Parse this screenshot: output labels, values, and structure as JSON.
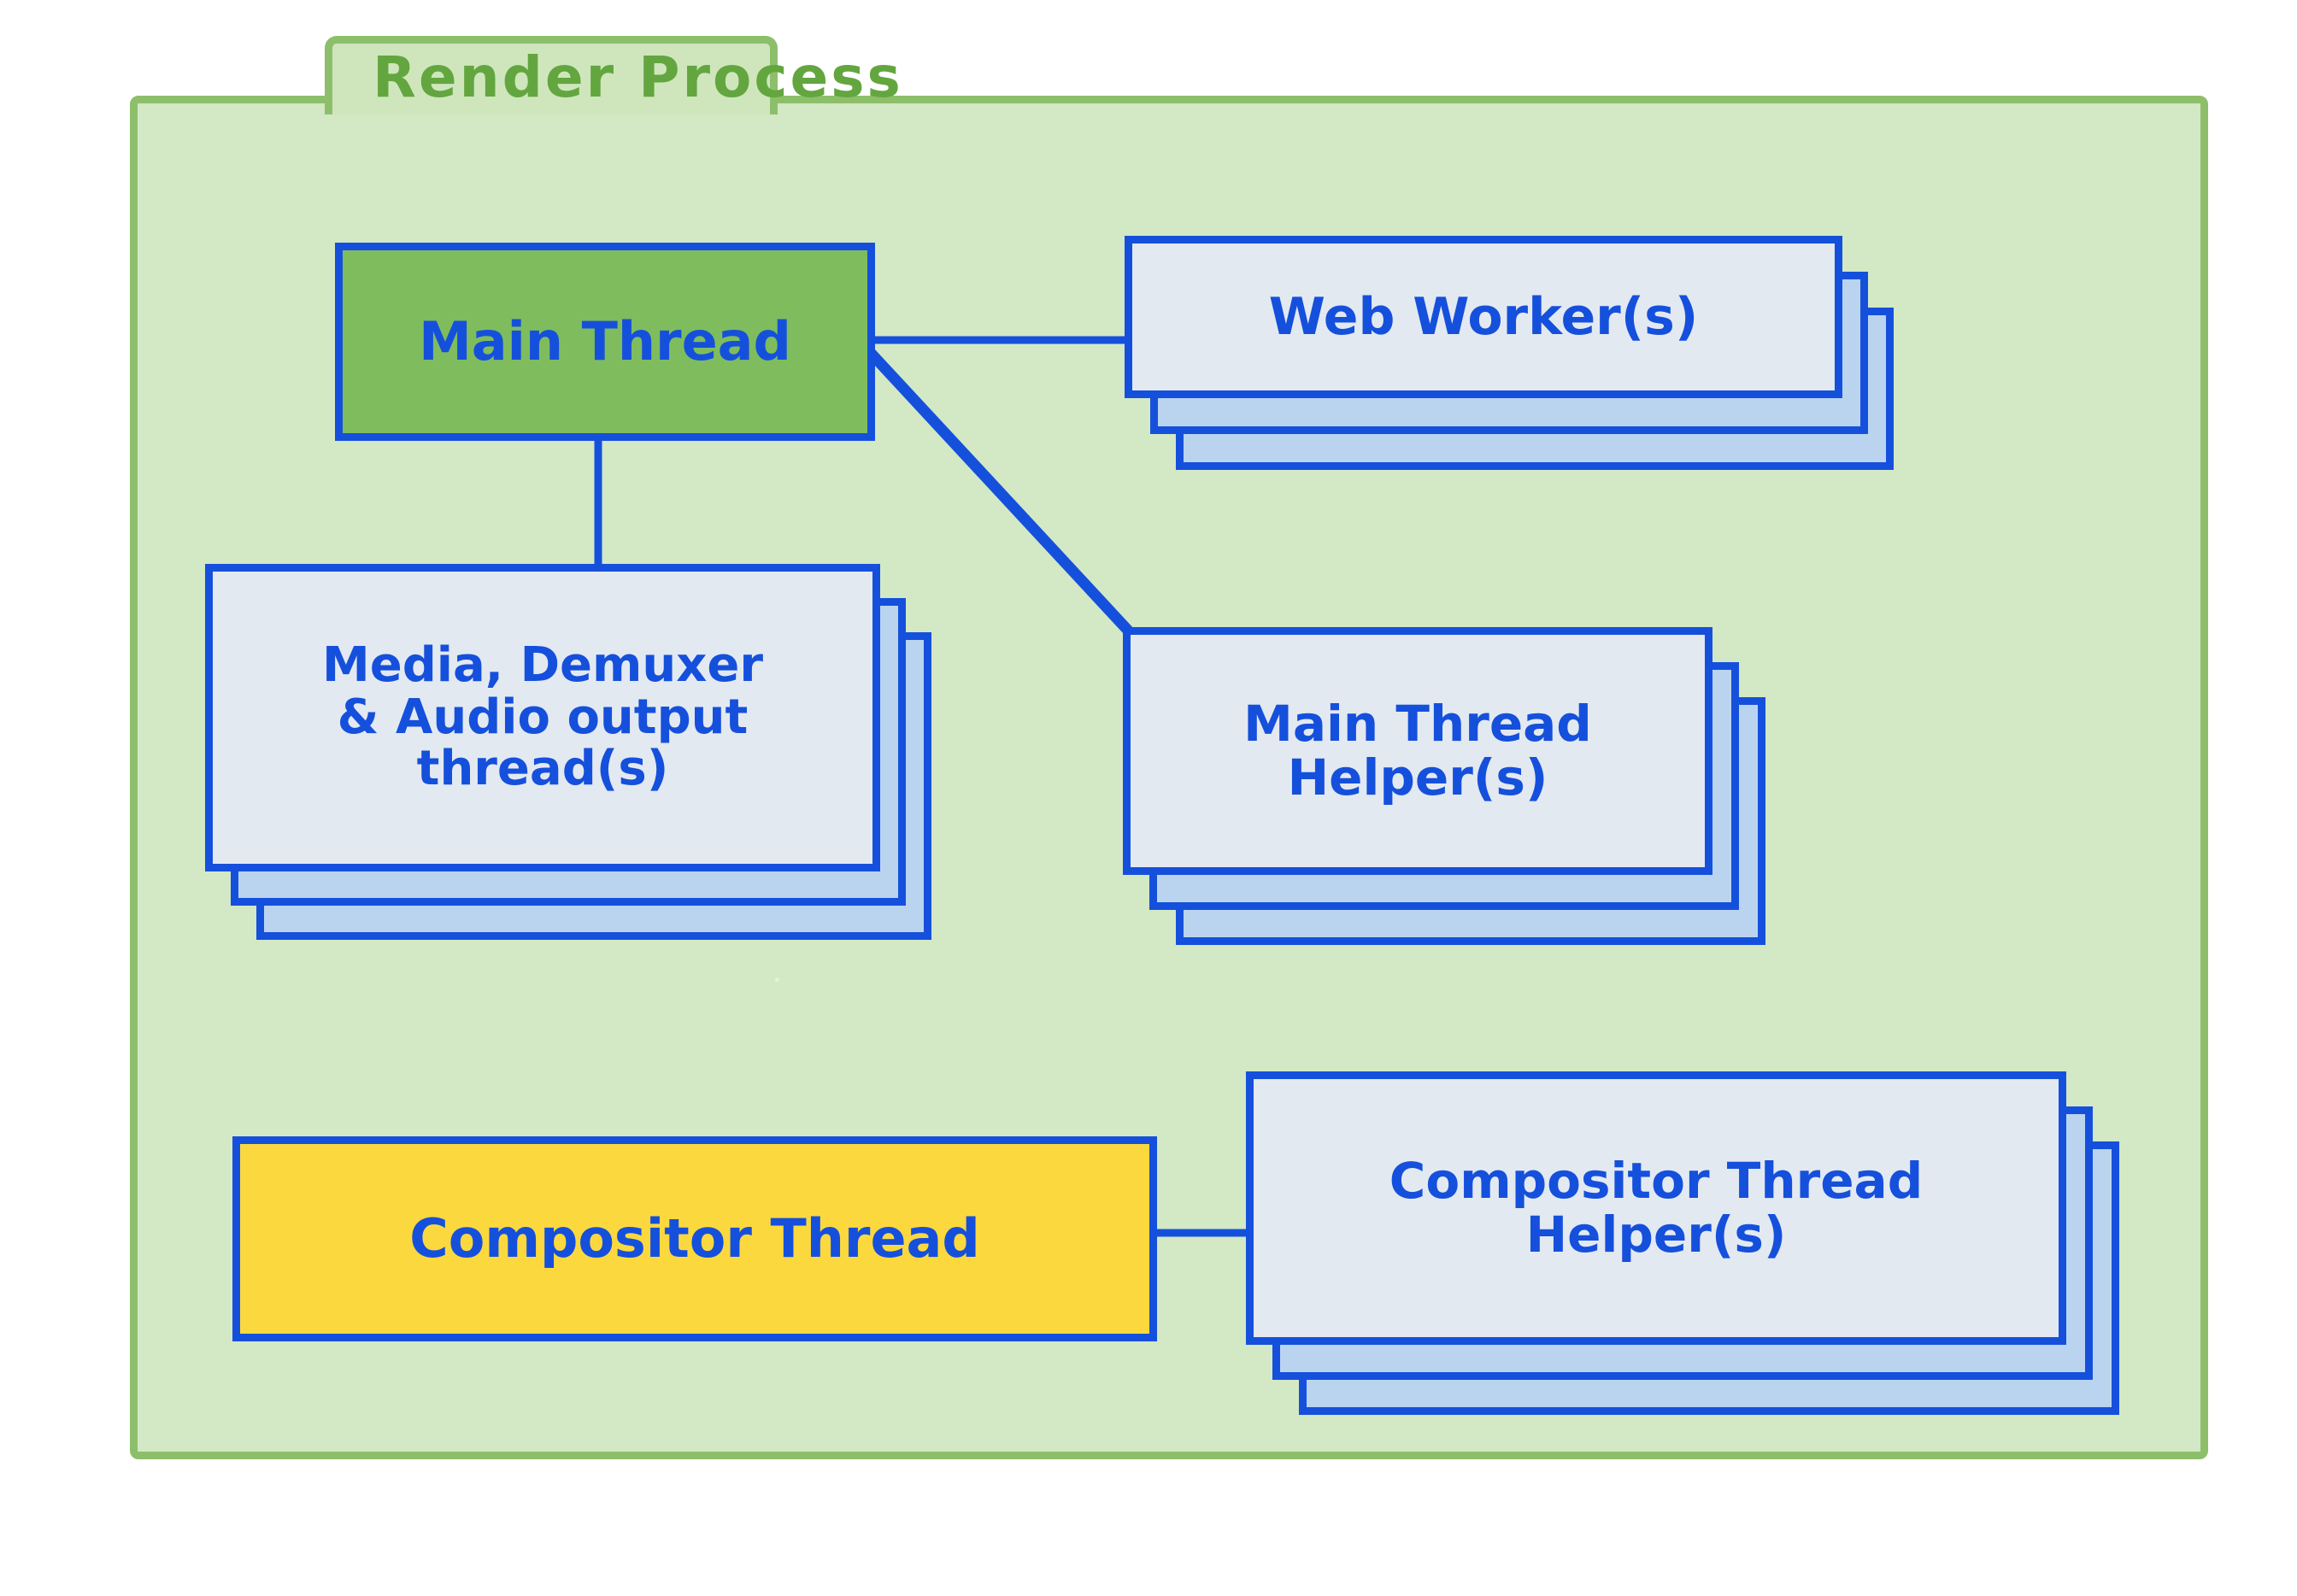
{
  "diagram": {
    "title": "Render Process",
    "type": "architecture-block-diagram",
    "colors": {
      "process_border": "#8dbf6b",
      "process_fill": "#d3e8c4",
      "title_text": "#63a63f",
      "node_border": "#1550dc",
      "node_text": "#1550dc",
      "main_thread_fill": "#7fbc5e",
      "compositor_thread_fill": "#fcd83f",
      "card_front_fill": "#e3e9f1",
      "card_back_fill": "#bad4f0"
    },
    "nodes": [
      {
        "id": "main-thread",
        "label": "Main Thread",
        "style": "green",
        "stacked": false
      },
      {
        "id": "web-workers",
        "label": "Web Worker(s)",
        "style": "paper",
        "stacked": true,
        "sheets": 3
      },
      {
        "id": "media-demuxer-audio",
        "label": "Media, Demuxer\n& Audio output\nthread(s)",
        "style": "paper",
        "stacked": true,
        "sheets": 3
      },
      {
        "id": "main-thread-helpers",
        "label": "Main Thread\nHelper(s)",
        "style": "paper",
        "stacked": true,
        "sheets": 3
      },
      {
        "id": "compositor-thread",
        "label": "Compositor Thread",
        "style": "yellow",
        "stacked": false
      },
      {
        "id": "compositor-thread-helpers",
        "label": "Compositor Thread\nHelper(s)",
        "style": "paper",
        "stacked": true,
        "sheets": 3
      }
    ],
    "edges": [
      {
        "from": "main-thread",
        "to": "web-workers",
        "kind": "horizontal"
      },
      {
        "from": "main-thread",
        "to": "media-demuxer-audio",
        "kind": "vertical"
      },
      {
        "from": "main-thread",
        "to": "main-thread-helpers",
        "kind": "diagonal"
      },
      {
        "from": "compositor-thread",
        "to": "compositor-thread-helpers",
        "kind": "horizontal"
      }
    ]
  }
}
